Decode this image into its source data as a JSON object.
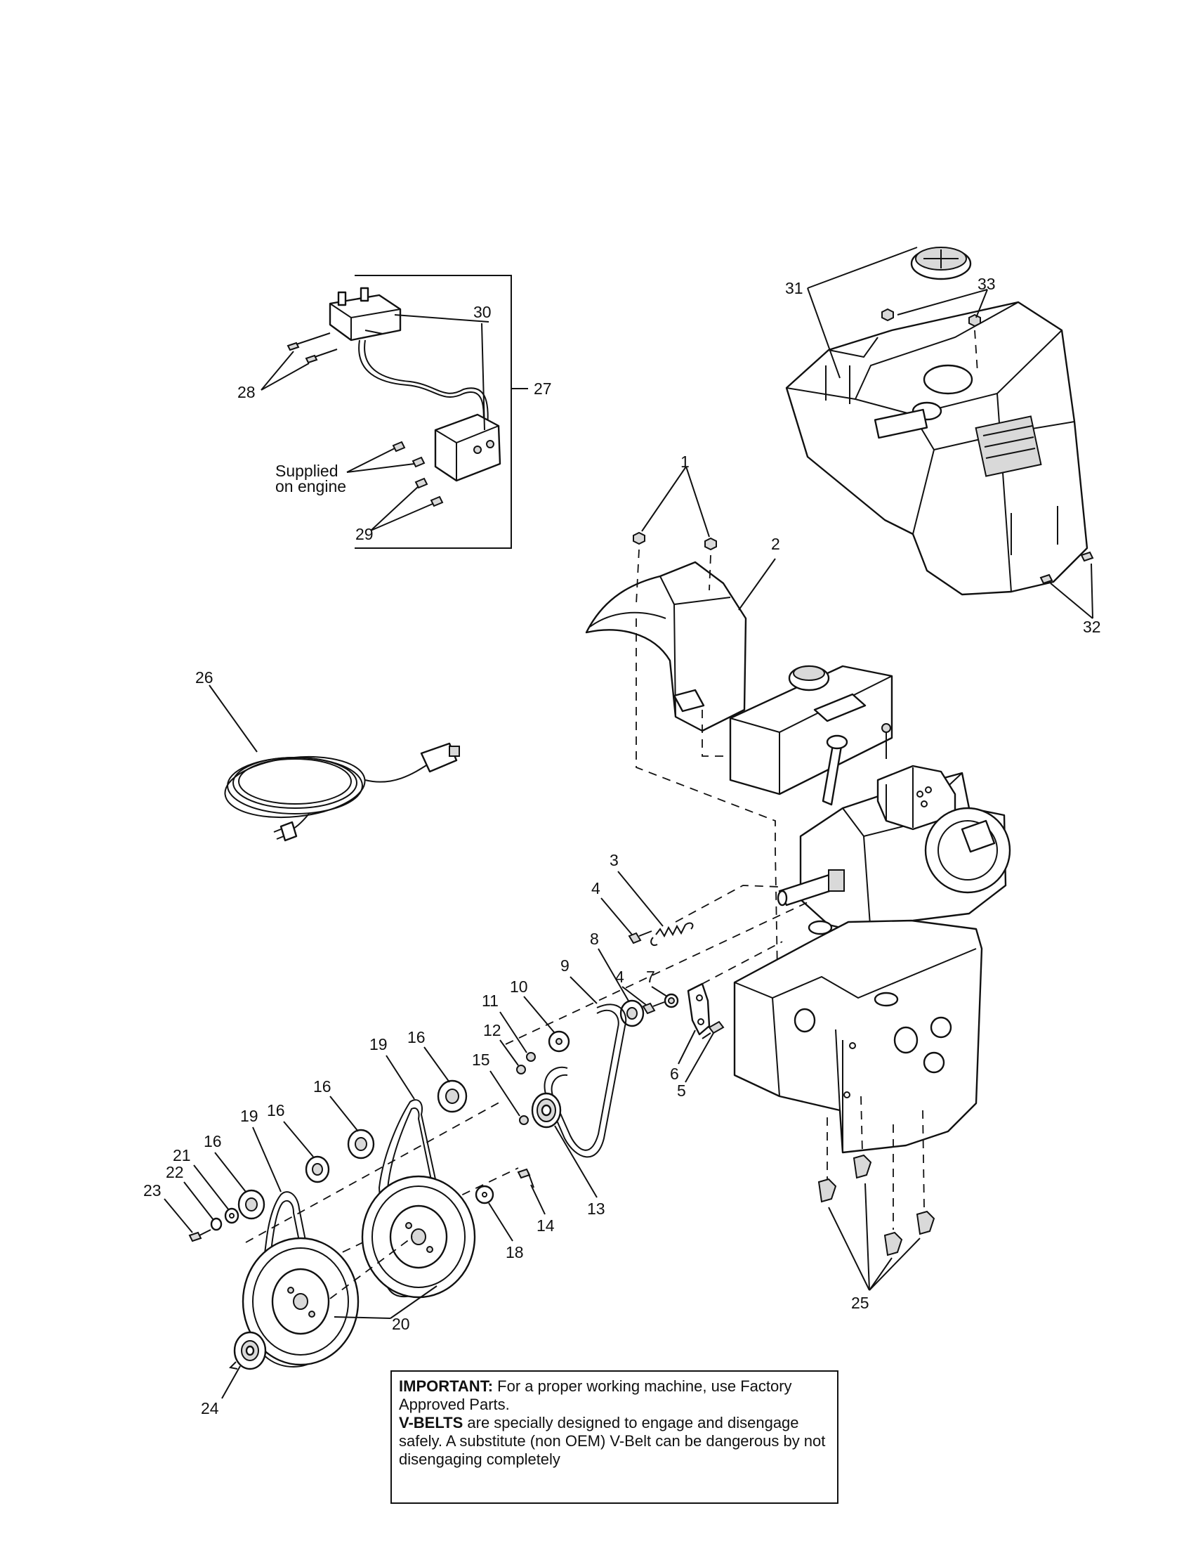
{
  "callouts": [
    {
      "id": "1",
      "text": "1"
    },
    {
      "id": "2",
      "text": "2"
    },
    {
      "id": "3",
      "text": "3"
    },
    {
      "id": "4a",
      "text": "4"
    },
    {
      "id": "4b",
      "text": "4"
    },
    {
      "id": "5",
      "text": "5"
    },
    {
      "id": "6",
      "text": "6"
    },
    {
      "id": "7",
      "text": "7"
    },
    {
      "id": "8",
      "text": "8"
    },
    {
      "id": "9",
      "text": "9"
    },
    {
      "id": "10",
      "text": "10"
    },
    {
      "id": "11",
      "text": "11"
    },
    {
      "id": "12",
      "text": "12"
    },
    {
      "id": "13",
      "text": "13"
    },
    {
      "id": "14",
      "text": "14"
    },
    {
      "id": "15",
      "text": "15"
    },
    {
      "id": "16a",
      "text": "16"
    },
    {
      "id": "16b",
      "text": "16"
    },
    {
      "id": "16c",
      "text": "16"
    },
    {
      "id": "16d",
      "text": "16"
    },
    {
      "id": "18",
      "text": "18"
    },
    {
      "id": "19a",
      "text": "19"
    },
    {
      "id": "19b",
      "text": "19"
    },
    {
      "id": "20",
      "text": "20"
    },
    {
      "id": "21",
      "text": "21"
    },
    {
      "id": "22",
      "text": "22"
    },
    {
      "id": "23",
      "text": "23"
    },
    {
      "id": "24",
      "text": "24"
    },
    {
      "id": "25",
      "text": "25"
    },
    {
      "id": "26",
      "text": "26"
    },
    {
      "id": "27",
      "text": "27"
    },
    {
      "id": "28",
      "text": "28"
    },
    {
      "id": "29",
      "text": "29"
    },
    {
      "id": "30",
      "text": "30"
    },
    {
      "id": "31",
      "text": "31"
    },
    {
      "id": "32",
      "text": "32"
    },
    {
      "id": "33",
      "text": "33"
    }
  ],
  "supplied_note": {
    "line1": "Supplied",
    "line2": "on engine"
  },
  "notice": {
    "important_label": "IMPORTANT:",
    "important_text": " For a proper working machine, use Factory Approved Parts.",
    "vbelts_label": "V-BELTS",
    "vbelts_text": " are specially designed to engage and disengage safely. A substitute (non OEM) V-Belt can be dangerous by not disengaging completely"
  }
}
